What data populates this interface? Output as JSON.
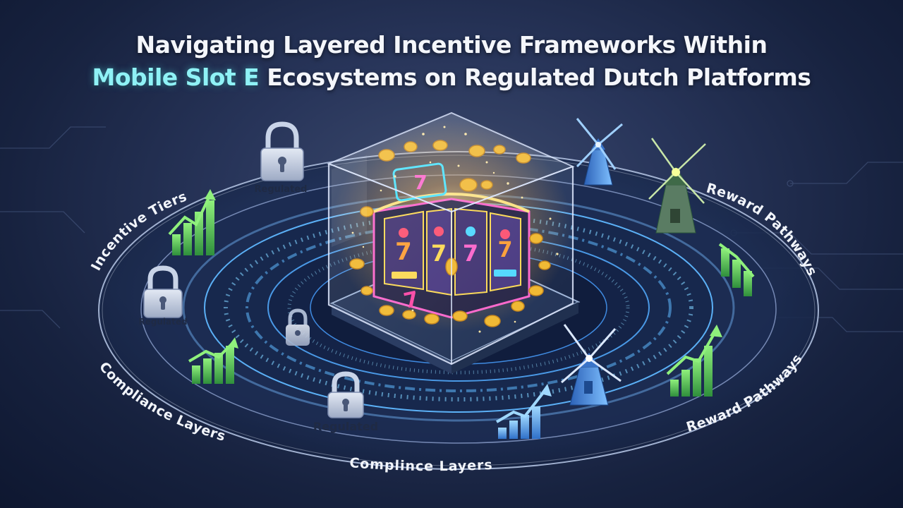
{
  "title": {
    "line1": "Navigating Layered Incentive Frameworks Within",
    "line2_accent": "Mobile Slot E",
    "line2_rest": " Ecosystems on Regulated Dutch Platforms"
  },
  "ring_labels": {
    "incentive_tiers": "Incentive Tiers",
    "compliance_layers_left": "Compliance Layers",
    "compliance_layers_bottom": "Complince Layers",
    "reward_pathways_right_top": "Reward Pathways",
    "reward_pathways_right_bottom": "Reward Pathways"
  },
  "lock_labels": {
    "top": "Regulated",
    "left": "Regulated",
    "bottom": "Regulated"
  },
  "icons": {
    "lock": "padlock-icon",
    "windmill": "windmill-icon",
    "growth_chart": "growth-chart-icon",
    "slot_machine": "slot-machine-icon",
    "coin": "coin-icon"
  },
  "colors": {
    "accent": "#8ff2f6",
    "title": "#f4f6fb",
    "growth_green": "#5ecf5a",
    "ring_glow": "#5fb8ff",
    "coin_gold": "#f3b624",
    "windmill_blue": "#4a8ee0"
  }
}
